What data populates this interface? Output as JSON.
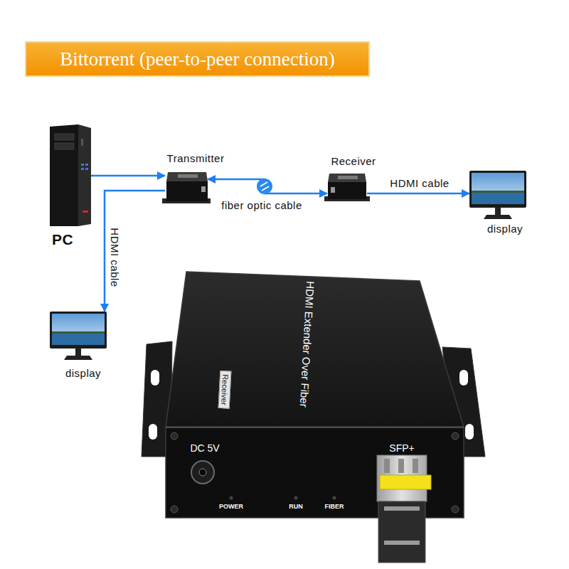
{
  "diagram": {
    "title": "Bittorrent (peer-to-peer connection)",
    "nodes": [
      {
        "text": [
          "PC"
        ]
      },
      {
        "text": [
          "Transmitter"
        ]
      },
      {
        "text": [
          "Receiver"
        ]
      },
      {
        "text": [
          "display"
        ]
      },
      {
        "text": [
          "display"
        ]
      }
    ],
    "edges": [
      {
        "from": 0,
        "to": 1,
        "arrow": "to"
      },
      {
        "from": 1,
        "to": 2,
        "label": "fiber optic cable",
        "arrow": "both"
      },
      {
        "from": 2,
        "to": 3,
        "label": "HDMI cable",
        "arrow": "to"
      },
      {
        "from": 1,
        "to": 4,
        "label": "HDMI cable",
        "arrow": "to"
      }
    ],
    "labels": [
      "HDMI Extender Over Fiber",
      "Receiver",
      "DC 5V",
      "SFP+",
      "POWER",
      "RUN",
      "FIBER"
    ]
  }
}
